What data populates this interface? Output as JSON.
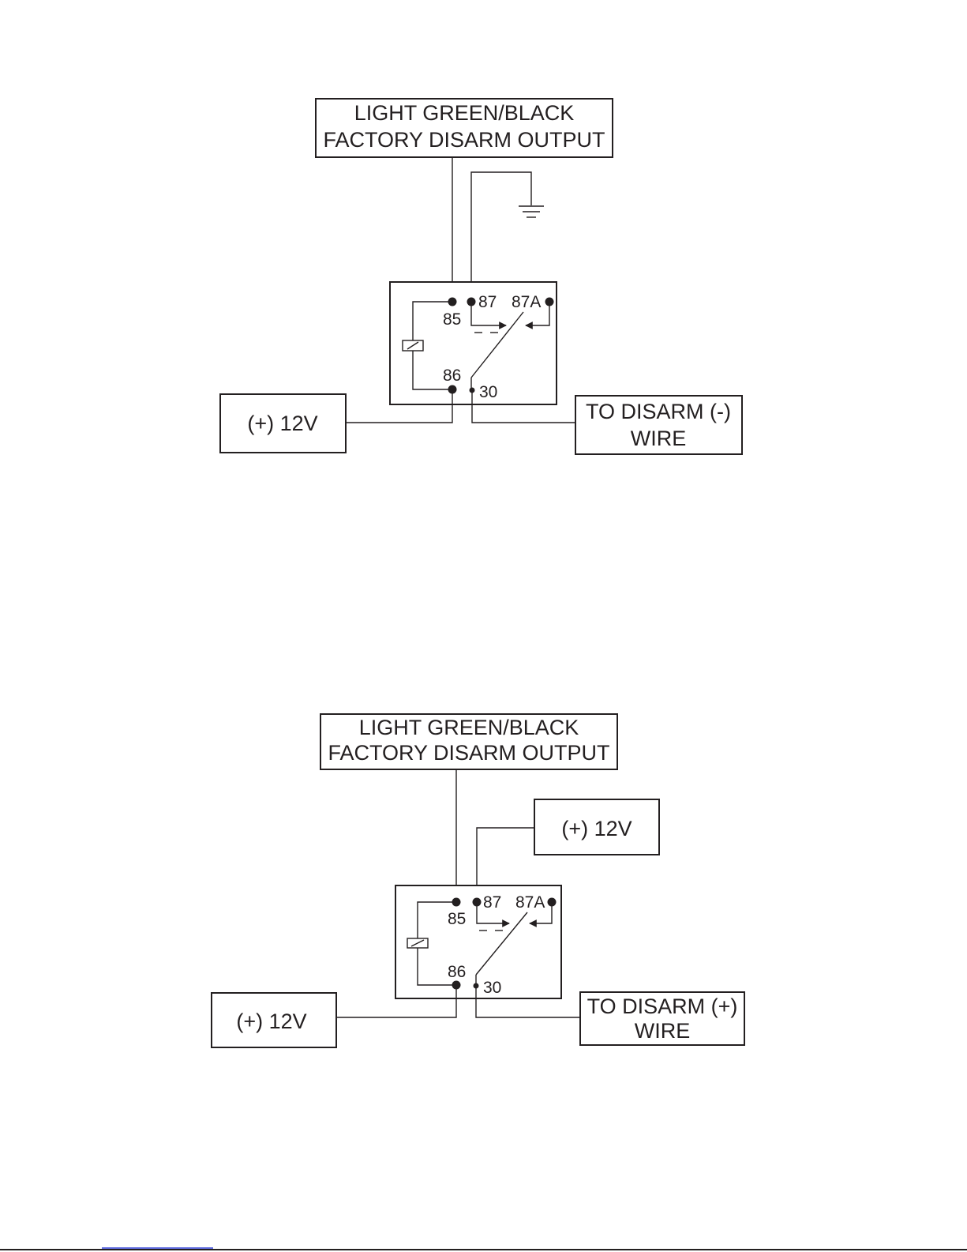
{
  "diagrams": [
    {
      "top_label_line1": "LIGHT GREEN/BLACK",
      "top_label_line2": "FACTORY DISARM OUTPUT",
      "supply_label": "(+) 12V",
      "output_label_line1": "TO DISARM (-)",
      "output_label_line2": "WIRE",
      "pins": {
        "p85": "85",
        "p86": "86",
        "p87": "87",
        "p87a": "87A",
        "p30": "30"
      }
    },
    {
      "top_label_line1": "LIGHT GREEN/BLACK",
      "top_label_line2": "FACTORY DISARM OUTPUT",
      "source_label": "(+) 12V",
      "supply_label": "(+) 12V",
      "output_label_line1": "TO DISARM (+)",
      "output_label_line2": "WIRE",
      "pins": {
        "p85": "85",
        "p86": "86",
        "p87": "87",
        "p87a": "87A",
        "p30": "30"
      }
    }
  ],
  "colors": {
    "ink": "#231f20",
    "accent": "#2a3bd6"
  },
  "icons": [
    "ground-icon",
    "relay-coil-icon"
  ]
}
